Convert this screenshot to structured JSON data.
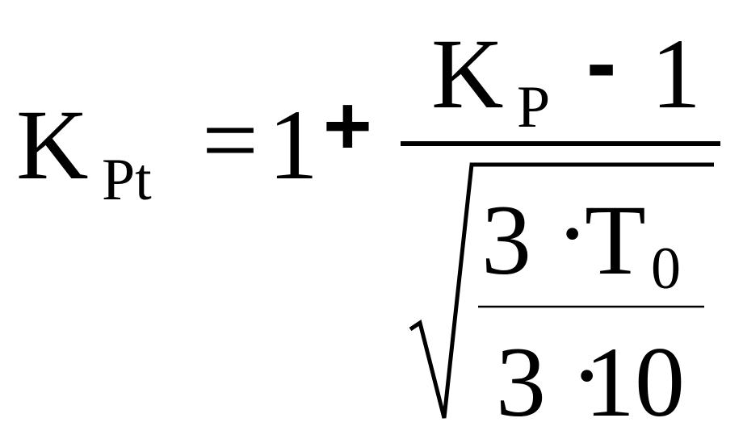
{
  "formula": {
    "lhs": {
      "symbol": "K",
      "subscript": "Pt"
    },
    "equals": "=",
    "one": "1",
    "plus": "+",
    "numerator": {
      "symbol": "K",
      "subscript": "P",
      "minus": "-",
      "one": "1"
    },
    "denominator": {
      "radicand_numerator": {
        "three": "3",
        "dot": "·",
        "symbol": "T",
        "subscript": "0"
      },
      "radicand_denominator": {
        "three": "3",
        "dot": "·",
        "ten": "10"
      }
    }
  }
}
